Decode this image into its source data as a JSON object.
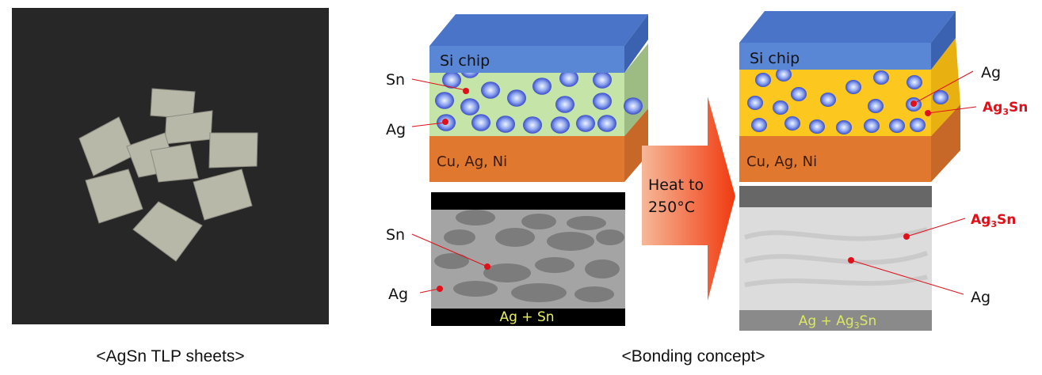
{
  "photo": {
    "caption": "<AgSn TLP sheets>"
  },
  "concept": {
    "caption": "<Bonding concept>",
    "arrow": {
      "line1": "Heat to",
      "line2": "250°C"
    },
    "before": {
      "chip": "Si chip",
      "substrate": "Cu, Ag, Ni",
      "labels": {
        "sn": "Sn",
        "ag": "Ag"
      },
      "sem_labels": {
        "sn": "Sn",
        "ag": "Ag"
      },
      "sem_caption": "Ag + Sn"
    },
    "after": {
      "chip": "Si chip",
      "substrate": "Cu, Ag, Ni",
      "labels": {
        "ag": "Ag",
        "ag3sn_main": "Ag",
        "ag3sn_sub": "3",
        "ag3sn_end": "Sn"
      },
      "sem_labels": {
        "ag3sn_main": "Ag",
        "ag3sn_sub": "3",
        "ag3sn_end": "Sn",
        "ag": "Ag"
      },
      "sem_caption": {
        "main": "Ag + Ag",
        "sub": "3",
        "end": "Sn"
      }
    }
  },
  "colors": {
    "chip": "#4a78c8",
    "sn_layer": "#c4e4a8",
    "ag3sn_layer": "#fcc820",
    "substrate": "#e07830",
    "marker": "#e0101a"
  }
}
